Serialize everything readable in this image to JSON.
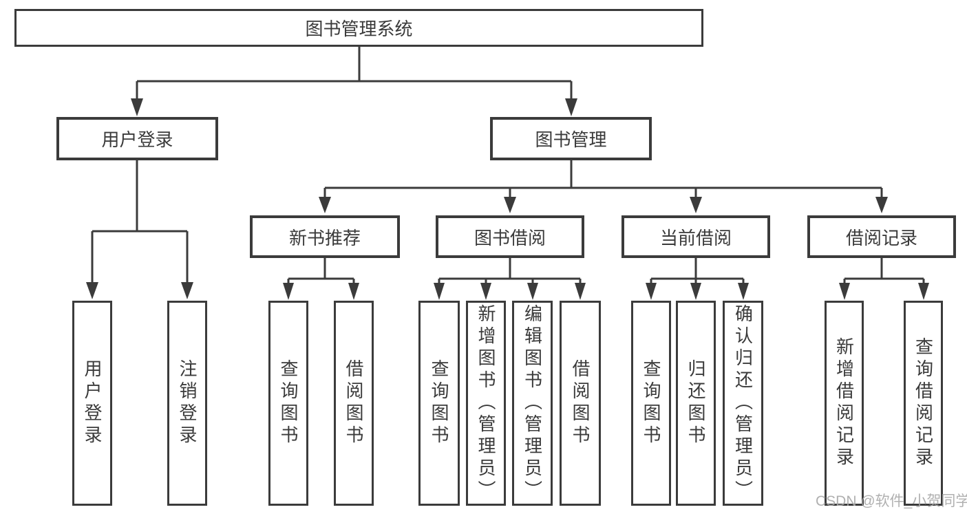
{
  "diagram_title": "图书管理系统",
  "tree": {
    "label": "图书管理系统",
    "children": [
      {
        "label": "用户登录",
        "children": [
          {
            "label": "用户登录"
          },
          {
            "label": "注销登录"
          }
        ]
      },
      {
        "label": "图书管理",
        "children": [
          {
            "label": "新书推荐",
            "children": [
              {
                "label": "查询图书"
              },
              {
                "label": "借阅图书"
              }
            ]
          },
          {
            "label": "图书借阅",
            "children": [
              {
                "label": "查询图书"
              },
              {
                "label": "新增图书（管理员）"
              },
              {
                "label": "编辑图书（管理员）"
              },
              {
                "label": "借阅图书"
              }
            ]
          },
          {
            "label": "当前借阅",
            "children": [
              {
                "label": "查询图书"
              },
              {
                "label": "归还图书"
              },
              {
                "label": "确认归还（管理员）"
              }
            ]
          },
          {
            "label": "借阅记录",
            "children": [
              {
                "label": "新增借阅记录"
              },
              {
                "label": "查询借阅记录"
              }
            ]
          }
        ]
      }
    ]
  },
  "watermark": "CSDN @软件_小贺同学",
  "colors": {
    "line": "#3b3b3b",
    "text": "#3a3a3a",
    "background": "#ffffff",
    "watermark": "#a8a8a8"
  }
}
